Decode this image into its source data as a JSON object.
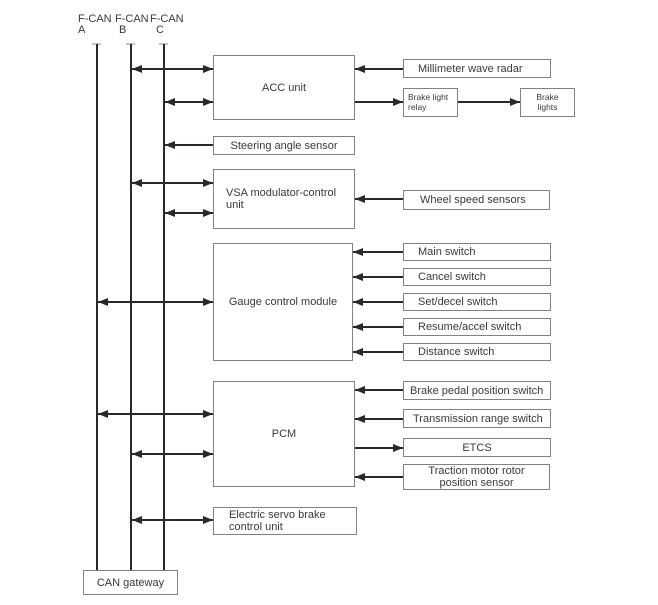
{
  "colors": {
    "background": "#ffffff",
    "box_border": "#828282",
    "bus_line": "#2c282a",
    "text": "#3a3a3a"
  },
  "buses": [
    {
      "name": "F-CAN",
      "letter": "A"
    },
    {
      "name": "F-CAN",
      "letter": "B"
    },
    {
      "name": "F-CAN",
      "letter": "C"
    }
  ],
  "nodes": {
    "acc": "ACC unit",
    "steering": "Steering angle sensor",
    "vsa": "VSA modulator-control unit",
    "gauge": "Gauge control module",
    "pcm": "PCM",
    "esb": "Electric servo brake control unit",
    "gateway": "CAN gateway",
    "radar": "Millimeter wave radar",
    "brake_relay": "Brake light relay",
    "brake_lights": "Brake lights",
    "wheel": "Wheel speed sensors",
    "main_sw": "Main switch",
    "cancel_sw": "Cancel switch",
    "set_sw": "Set/decel switch",
    "resume_sw": "Resume/accel switch",
    "distance_sw": "Distance switch",
    "bpps": "Brake pedal position switch",
    "trs": "Transmission range switch",
    "etcs": "ETCS",
    "traction": "Traction motor rotor position sensor"
  }
}
